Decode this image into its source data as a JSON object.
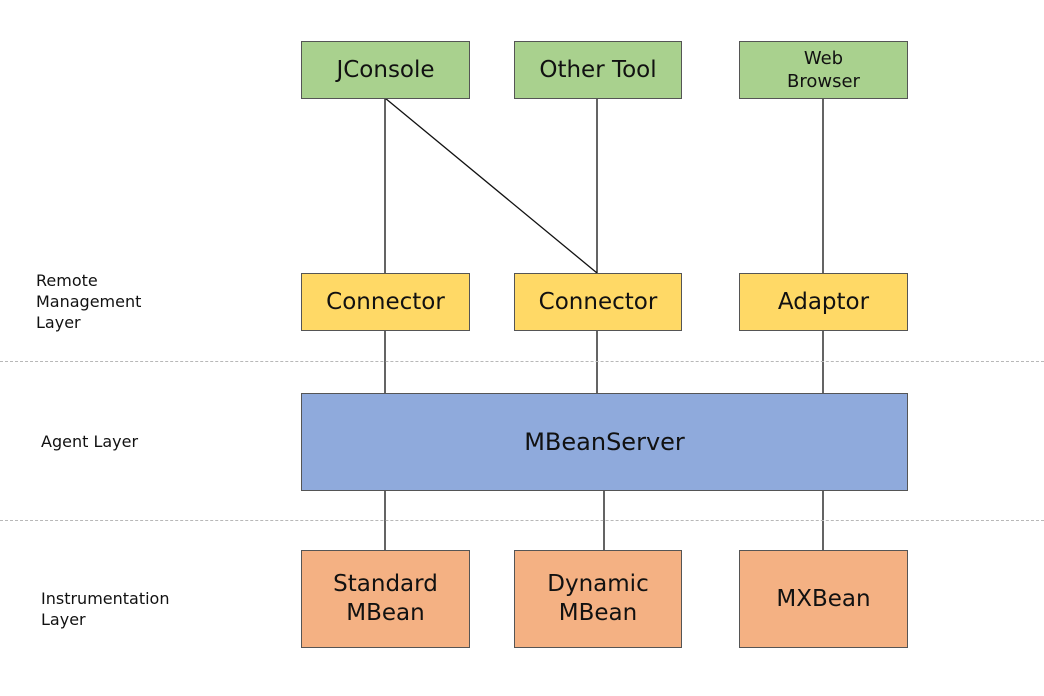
{
  "layers": {
    "remote": "Remote\nManagement\nLayer",
    "agent": "Agent Layer",
    "instrumentation": "Instrumentation\nLayer"
  },
  "clients": {
    "jconsole": "JConsole",
    "other_tool": "Other Tool",
    "web_browser": "Web\nBrowser"
  },
  "remote": {
    "connector_1": "Connector",
    "connector_2": "Connector",
    "adaptor": "Adaptor"
  },
  "agent": {
    "mbean_server": "MBeanServer"
  },
  "instrumentation": {
    "standard": "Standard\nMBean",
    "dynamic": "Dynamic\nMBean",
    "mxbean": "MXBean"
  },
  "colors": {
    "client": "#a9d18e",
    "remote": "#ffd966",
    "agent": "#8faadc",
    "instrumentation": "#f4b183",
    "divider": "#b8b8b8"
  }
}
